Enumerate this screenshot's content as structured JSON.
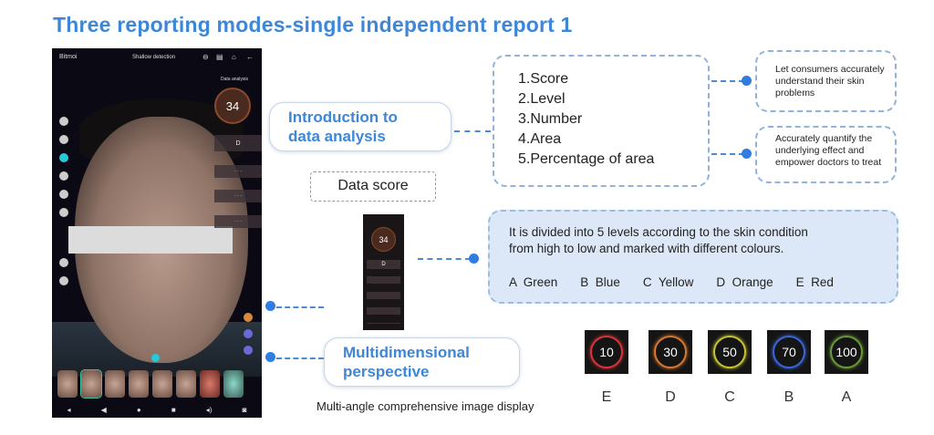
{
  "title": "Three reporting modes-single independent report 1",
  "phone": {
    "brand": "Bitmoi",
    "header": "Shallow detection",
    "panel_title": "Data analysis",
    "score": "34",
    "level": "D"
  },
  "intro": {
    "label_line1": "Introduction to",
    "label_line2": "data analysis"
  },
  "list": [
    "1.Score",
    "2.Level",
    "3.Number",
    "4.Area",
    "5.Percentage of area"
  ],
  "notes": [
    {
      "text": "Let consumers accurately understand their skin problems"
    },
    {
      "text": "Accurately quantify the underlying effect and empower doctors to treat"
    }
  ],
  "data_score_label": "Data score",
  "mini": {
    "score": "34",
    "level": "D"
  },
  "levels_box": {
    "line1": "It is divided into 5 levels according to the skin condition",
    "line2": "from high to low and marked with different colours.",
    "items": [
      "A  Green",
      "B  Blue",
      "C  Yellow",
      "D  Orange",
      "E  Red"
    ]
  },
  "multi": {
    "line1": "Multidimensional",
    "line2": "perspective"
  },
  "caption": "Multi-angle comprehensive image display",
  "level_icons": [
    {
      "score": "10",
      "letter": "E",
      "color": "#d8343a"
    },
    {
      "score": "30",
      "letter": "D",
      "color": "#d9782e"
    },
    {
      "score": "50",
      "letter": "C",
      "color": "#c6c530"
    },
    {
      "score": "70",
      "letter": "B",
      "color": "#3b66d8"
    },
    {
      "score": "100",
      "letter": "A",
      "color": "#6a9a38"
    }
  ]
}
